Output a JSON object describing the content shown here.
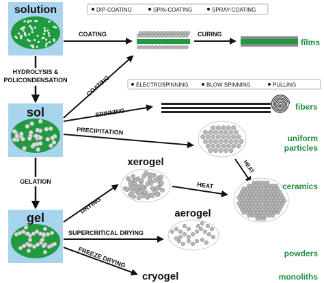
{
  "stages": {
    "solution": "solution",
    "sol": "sol",
    "gel": "gel",
    "xerogel": "xerogel",
    "aerogel": "aerogel",
    "cryogel": "cryogel"
  },
  "processes": {
    "hydrolysis_line1": "HYDROLYSIS &",
    "hydrolysis_line2": "POLICONDENSATION",
    "gelation": "GELATION",
    "coating_top": "COATING",
    "curing": "CURING",
    "coating_diag": "COATING",
    "spinning": "SPINNING",
    "precipitation": "PRECIPITATION",
    "heat_diag": "HEAT",
    "heat": "HEAT",
    "drying": "DRYING",
    "supercritical": "SUPERCRITICAL DRYING",
    "freeze": "FREEZE DRYING"
  },
  "coating_methods": [
    "DIP-COATING",
    "SPIN-COATING",
    "SPRAY-COATING"
  ],
  "fiber_methods": [
    "ELECTROSPINNING",
    "BLOW SPINNING",
    "PULLING"
  ],
  "products": {
    "films": "films",
    "fibers": "fibers",
    "uniform_line1": "uniform",
    "uniform_line2": "particles",
    "ceramics": "ceramics",
    "powders": "powders",
    "monoliths": "monoliths"
  },
  "colors": {
    "box_fill": "#a8d4ee",
    "ellipse_green": "#1f9a3f",
    "product_green": "#1d8f3a",
    "particle_gray": "#b8b8b8"
  }
}
